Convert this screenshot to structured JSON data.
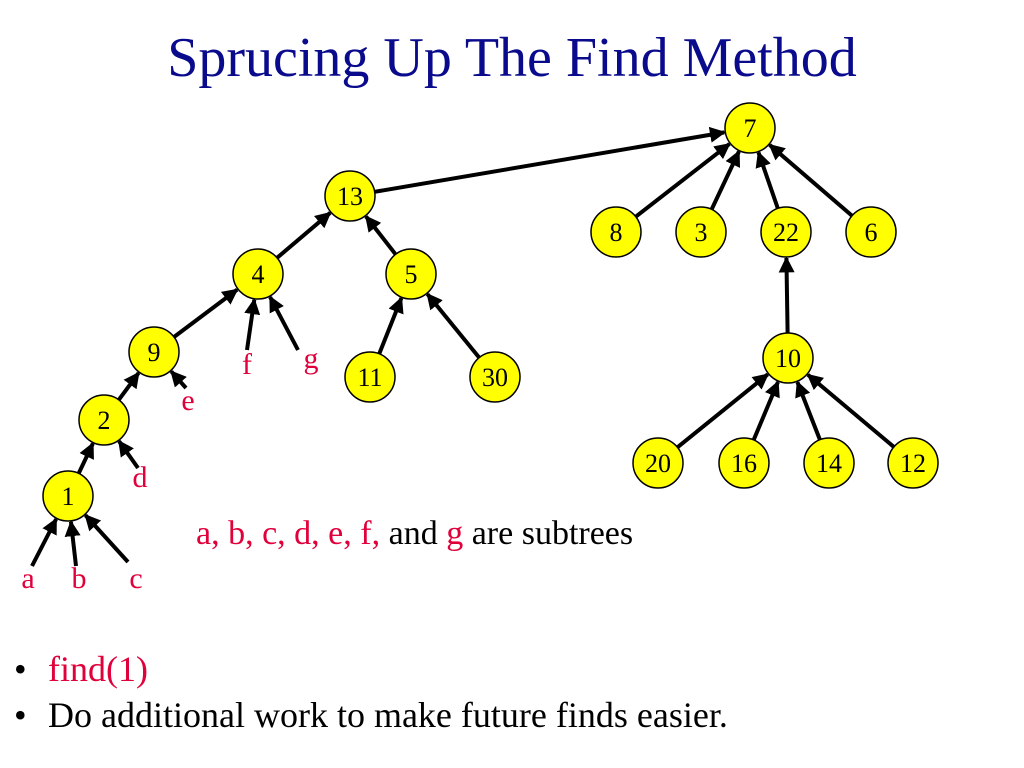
{
  "title": "Sprucing Up The Find Method",
  "colors": {
    "title": "#0a0a8c",
    "node_fill": "#ffff00",
    "subtree_label": "#e0003a",
    "edge": "#000000"
  },
  "tree": {
    "nodes": [
      {
        "id": "7",
        "label": "7"
      },
      {
        "id": "13",
        "label": "13"
      },
      {
        "id": "8",
        "label": "8"
      },
      {
        "id": "3",
        "label": "3"
      },
      {
        "id": "22",
        "label": "22"
      },
      {
        "id": "6",
        "label": "6"
      },
      {
        "id": "4",
        "label": "4"
      },
      {
        "id": "5",
        "label": "5"
      },
      {
        "id": "9",
        "label": "9"
      },
      {
        "id": "11",
        "label": "11"
      },
      {
        "id": "30",
        "label": "30"
      },
      {
        "id": "2",
        "label": "2"
      },
      {
        "id": "1",
        "label": "1"
      },
      {
        "id": "10",
        "label": "10"
      },
      {
        "id": "20",
        "label": "20"
      },
      {
        "id": "16",
        "label": "16"
      },
      {
        "id": "14",
        "label": "14"
      },
      {
        "id": "12",
        "label": "12"
      }
    ],
    "subtrees": [
      {
        "id": "a",
        "label": "a"
      },
      {
        "id": "b",
        "label": "b"
      },
      {
        "id": "c",
        "label": "c"
      },
      {
        "id": "d",
        "label": "d"
      },
      {
        "id": "e",
        "label": "e"
      },
      {
        "id": "f",
        "label": "f"
      },
      {
        "id": "g",
        "label": "g"
      }
    ],
    "edges": [
      {
        "from": "13",
        "to": "7"
      },
      {
        "from": "8",
        "to": "7"
      },
      {
        "from": "3",
        "to": "7"
      },
      {
        "from": "22",
        "to": "7"
      },
      {
        "from": "6",
        "to": "7"
      },
      {
        "from": "4",
        "to": "13"
      },
      {
        "from": "5",
        "to": "13"
      },
      {
        "from": "9",
        "to": "4"
      },
      {
        "from": "f",
        "to": "4"
      },
      {
        "from": "g",
        "to": "4"
      },
      {
        "from": "11",
        "to": "5"
      },
      {
        "from": "30",
        "to": "5"
      },
      {
        "from": "2",
        "to": "9"
      },
      {
        "from": "e",
        "to": "9"
      },
      {
        "from": "1",
        "to": "2"
      },
      {
        "from": "d",
        "to": "2"
      },
      {
        "from": "a",
        "to": "1"
      },
      {
        "from": "b",
        "to": "1"
      },
      {
        "from": "c",
        "to": "1"
      },
      {
        "from": "10",
        "to": "22"
      },
      {
        "from": "20",
        "to": "10"
      },
      {
        "from": "16",
        "to": "10"
      },
      {
        "from": "14",
        "to": "10"
      },
      {
        "from": "12",
        "to": "10"
      }
    ]
  },
  "caption": {
    "subtree_list": "a, b, c, d, e, f,",
    "and": "and",
    "g": "g",
    "tail": "are subtrees"
  },
  "bullets": [
    {
      "glyph": "•",
      "text": "find(1)",
      "color": "#e0003a"
    },
    {
      "glyph": "•",
      "text": "Do additional work to make future finds easier.",
      "color": "#000000"
    }
  ]
}
